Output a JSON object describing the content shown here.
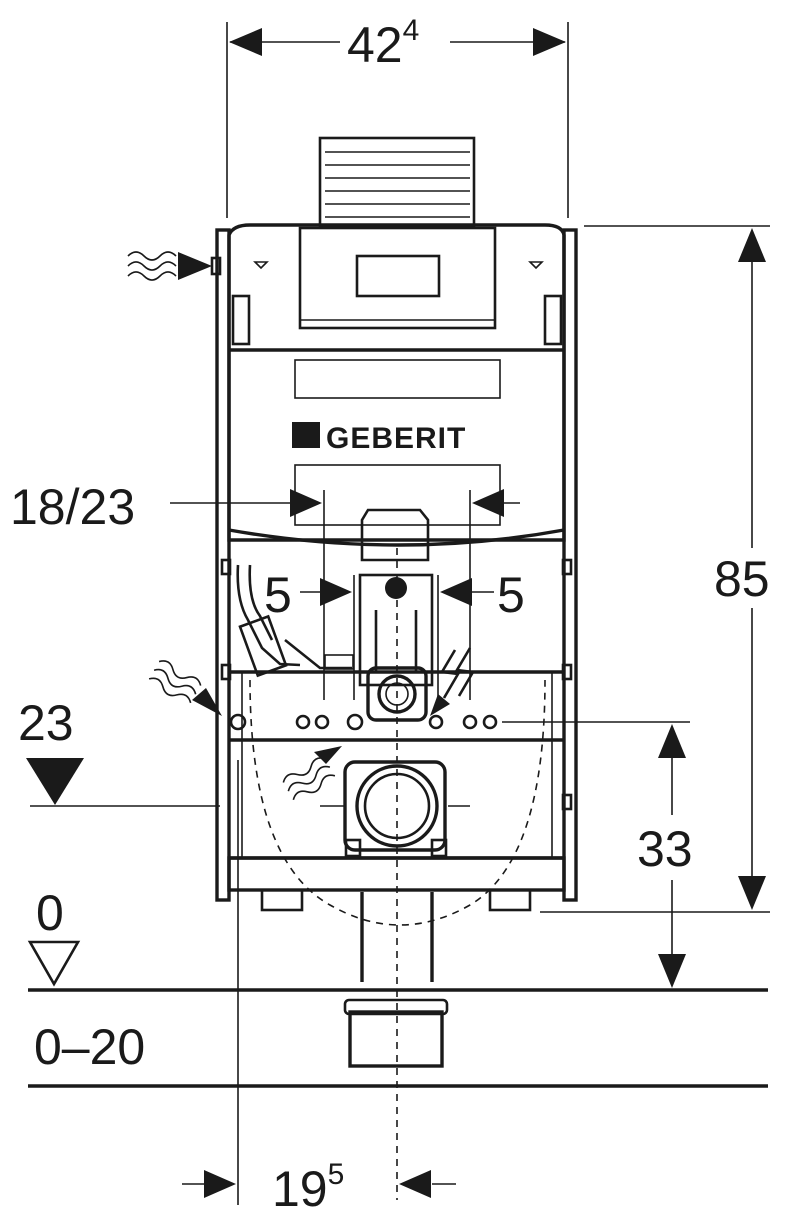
{
  "brand": {
    "logo_text": "GEBERIT"
  },
  "dimensions": {
    "width_top": {
      "main": "42",
      "sup": "4"
    },
    "height_total": "85",
    "inlet_offset": "18/23",
    "pipe_offset_left": "5",
    "pipe_offset_right": "5",
    "level_23": "23",
    "level_0": "0",
    "floor_range": "0–20",
    "drain_height": "33",
    "axis_offset_bottom": {
      "main": "19",
      "sup": "5"
    }
  },
  "icons": [
    "water-supply-icon",
    "electrical-connection-icon",
    "level-marker-icon",
    "dimension-arrow-icon"
  ],
  "colors": {
    "ink": "#1a1a1a",
    "background": "#ffffff"
  }
}
